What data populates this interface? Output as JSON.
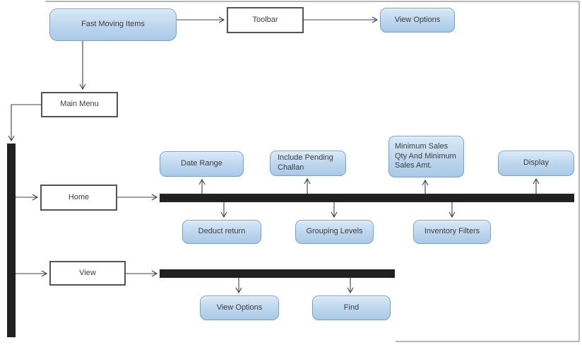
{
  "diagram": {
    "nodes": {
      "fast_moving_items": {
        "label": "Fast Moving Items",
        "shape": "rounded-blue"
      },
      "toolbar": {
        "label": "Toolbar",
        "shape": "rect-white"
      },
      "view_options_top": {
        "label": "View Options",
        "shape": "rounded-blue"
      },
      "main_menu": {
        "label": "Main Menu",
        "shape": "rect-white"
      },
      "home": {
        "label": "Home",
        "shape": "rect-white"
      },
      "view": {
        "label": "View",
        "shape": "rect-white"
      },
      "date_range": {
        "label": "Date Range",
        "shape": "rounded-blue"
      },
      "include_pending_challan": {
        "label": "Include Pending Challan",
        "shape": "rounded-blue"
      },
      "minimum_sales": {
        "label": "Minimum Sales Qty And Minimum Sales Amt.",
        "shape": "rounded-blue"
      },
      "display": {
        "label": "Display",
        "shape": "rounded-blue"
      },
      "deduct_return": {
        "label": "Deduct return",
        "shape": "rounded-blue"
      },
      "grouping_levels": {
        "label": "Grouping Levels",
        "shape": "rounded-blue"
      },
      "inventory_filters": {
        "label": "Inventory Filters",
        "shape": "rounded-blue"
      },
      "view_options_bottom": {
        "label": "View Options",
        "shape": "rounded-blue"
      },
      "find": {
        "label": "Find",
        "shape": "rounded-blue"
      }
    },
    "edges": [
      {
        "from": "Fast Moving Items",
        "to": "Toolbar"
      },
      {
        "from": "Toolbar",
        "to": "View Options"
      },
      {
        "from": "Fast Moving Items",
        "to": "Main Menu"
      },
      {
        "from": "Main Menu",
        "to": "menu branch bar"
      },
      {
        "from": "menu branch bar",
        "to": "Home"
      },
      {
        "from": "menu branch bar",
        "to": "View"
      },
      {
        "from": "Home",
        "to": "home branch bar"
      },
      {
        "from": "home branch bar",
        "to": "Date Range"
      },
      {
        "from": "home branch bar",
        "to": "Include Pending Challan"
      },
      {
        "from": "home branch bar",
        "to": "Minimum Sales Qty And Minimum Sales Amt."
      },
      {
        "from": "home branch bar",
        "to": "Display"
      },
      {
        "from": "home branch bar",
        "to": "Deduct return"
      },
      {
        "from": "home branch bar",
        "to": "Grouping Levels"
      },
      {
        "from": "home branch bar",
        "to": "Inventory Filters"
      },
      {
        "from": "View",
        "to": "view branch bar"
      },
      {
        "from": "view branch bar",
        "to": "View Options"
      },
      {
        "from": "view branch bar",
        "to": "Find"
      }
    ],
    "colors": {
      "node_fill_top": "#d9e9f8",
      "node_fill_bottom": "#a9c9e7",
      "node_border": "#74a2cf",
      "rect_border": "#545454",
      "branch_bar": "#212121",
      "connector": "#404040",
      "page_border": "#8c8c8c",
      "text": "#3d3d3d"
    }
  }
}
